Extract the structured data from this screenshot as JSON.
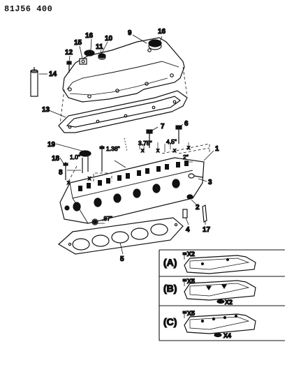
{
  "document_code": "81J56 400",
  "callouts": {
    "c1": "1",
    "c2": "2",
    "c3": "3",
    "c4": "4",
    "c5": "5",
    "c6": "6",
    "c7": "7",
    "c8": "8",
    "c9": "9",
    "c10": "10",
    "c11": "11",
    "c12": "12",
    "c13": "13",
    "c14": "14",
    "c15": "15",
    "c16a": "16",
    "c16b": "16",
    "c17": "17",
    "c18": "18",
    "c19": "19"
  },
  "dimensions": {
    "d_375": "3.75\"",
    "d_45": "4.5\"",
    "d_138": "1.38\"",
    "d_10": "1.0\"",
    "d_2": "2\"",
    "d_87": ".87\""
  },
  "marks": {
    "x1": "x",
    "x2": "x",
    "x3": "x",
    "x4": "x",
    "x5": "x",
    "x6": "x"
  },
  "insets": [
    {
      "label": "(A)",
      "bolt_note": "X2",
      "bottom_note": ""
    },
    {
      "label": "(B)",
      "bolt_note": "X5",
      "bottom_note": "X2"
    },
    {
      "label": "(C)",
      "bolt_note": "X5",
      "bottom_note": "X4"
    }
  ]
}
